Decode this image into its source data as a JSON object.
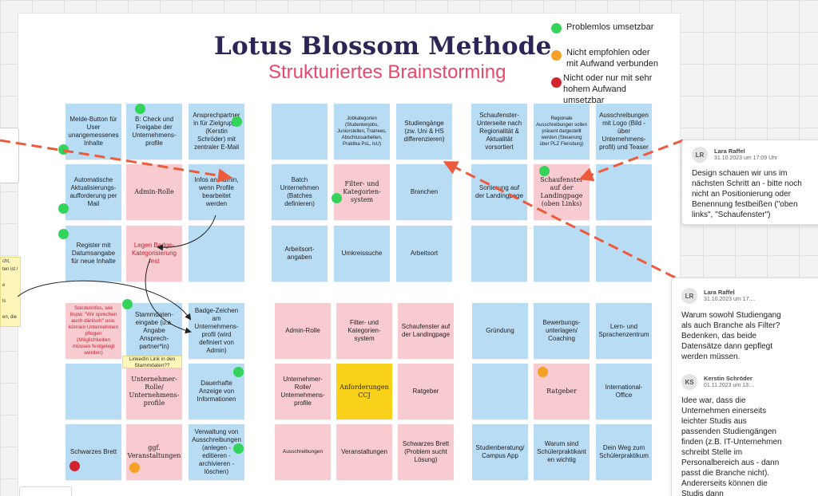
{
  "title": "Lotus Blossom Methode",
  "subtitle": "Strukturiertes Brainstorming",
  "legend": [
    {
      "color": "#34d35a",
      "label": "Problemlos umsetzbar"
    },
    {
      "color": "#f4a125",
      "label": "Nicht empfohlen oder mit Aufwand verbunden"
    },
    {
      "color": "#d5222f",
      "label": "Nicht oder nur mit sehr hohem Aufwand umsetzbar"
    }
  ],
  "notes": [
    "Melde-Button für User unangemessenes Inhalte",
    "B: Check und Freigabe der Unternehmens-profile",
    "Ansprechpartner in für Zielgruppe (Kerstin Schröder) mit zentraler E-Mail",
    "",
    "Jobkategorien (Studentenjobs, Juniorstellen, Trainees, Abschlussarbeiten, Praktika PsL, IsU)",
    "Studiengänge (zw. Uni & HS differenzieren)",
    "Schaufenster-Unterseite nach Regionalität & Aktualität vorsortiert",
    "Regionale Ausschreibungen sollen präsent dargestellt werden (Steuerung über PLZ Flensburg)",
    "Ausschreibungen mit Logo (Bild - über Unternehmens-profil) und Teaser",
    "Automatische Aktualisierungs-aufforderung per Mail",
    "Admin-Rolle",
    "Infos an Admin, wenn Profile bearbeitet werden",
    "Batch Unternehmen (Batches definieren)",
    "Filter- und Kategorien-system",
    "Branchen",
    "Sortierung auf der Landingpage",
    "Schaufenster auf der Landingpage (oben Links)",
    "",
    "Register mit Datumsangabe für neue Inhalte",
    "Legen Badge-Kategorisierung fest",
    "",
    "Arbeitsort-angaben",
    "Umkreissuche",
    "Arbeitsort",
    "",
    "",
    "",
    "Sonderinfos, wie bspw. \"Wir sprechen auch dänisch\" usw. können Unternehmen pflegen (Möglichkeiten müssen festgelegt werden)",
    "Stammdaten-eingabe (u.a. Angabe Ansprech-partner*in)",
    "Badge-Zeichen am Unternehmens-profil (wird definiert von Admin)",
    "Admin-Rolle",
    "Filter- und Kategorien-system",
    "Schaufenster auf der Landingpage",
    "Gründung",
    "Bewerbungs-unterlagen/ Coaching",
    "Lern- und Sprachenzentrum",
    "",
    "Unternehmer-Rolle/ Unternehmens-profile",
    "Dauerhafte Anzeige von Informationen",
    "Unternehmer-Rolle/ Unternehmens-profile",
    "Anforderungen CCJ",
    "Ratgeber",
    "",
    "Ratgeber",
    "International-Office",
    "Schwarzes Brett",
    "ggf. Veranstaltungen",
    "Verwaltung von Ausschreibungen (anlegen - editieren - archivieren - löschen)",
    "Ausschreibungen",
    "Veranstaltungen",
    "Schwarzes Brett (Problem sucht Lösung)",
    "Studienberatung/ Campus App",
    "Warum sind Schülerpraktikant en wichtig",
    "Dein Weg zum Schülerpraktikum"
  ],
  "linkedin_note": "LinkedIn Link in den Stammdaten??",
  "side_note": [
    "cht,",
    "ten ist /",
    "",
    "e",
    "",
    "ls",
    "",
    "en, die"
  ],
  "comments": [
    {
      "initials": "LR",
      "author": "Lara Raffel",
      "date": "31.10.2023 um 17:09 Uhr",
      "text": "Design schauen wir uns im nächsten Schritt an - bitte noch nicht an Positionierung oder Benennung festbeißen (\"oben links\", \"Schaufenster\")"
    },
    {
      "initials": "LR",
      "author": "Lara Raffel",
      "date": "31.10.2023 um 17....",
      "text": "Warum sowohl Studiengang als auch Branche als Filter? Bedenken, das beide Datensätze dann gepflegt werden müssen."
    },
    {
      "initials": "KS",
      "author": "Kerstin Schröder",
      "date": "01.11.2023 um 13:...",
      "text": "Idee war, dass die Unternehmen einerseits leichter Studis aus passenden Studiengängen finden (z.B. IT-Unternehmen schreibt Stelle im Personalbereich aus - dann passt die Branche nicht). Andererseits können die Studis dann"
    }
  ],
  "colors": {
    "blue_note": "#b9dcf5",
    "pink_note": "#f7cbcf",
    "yellow_note": "#f9d21c",
    "title": "#2c2556",
    "subtitle": "#e5486a",
    "arrow": "#ee5a3c"
  }
}
